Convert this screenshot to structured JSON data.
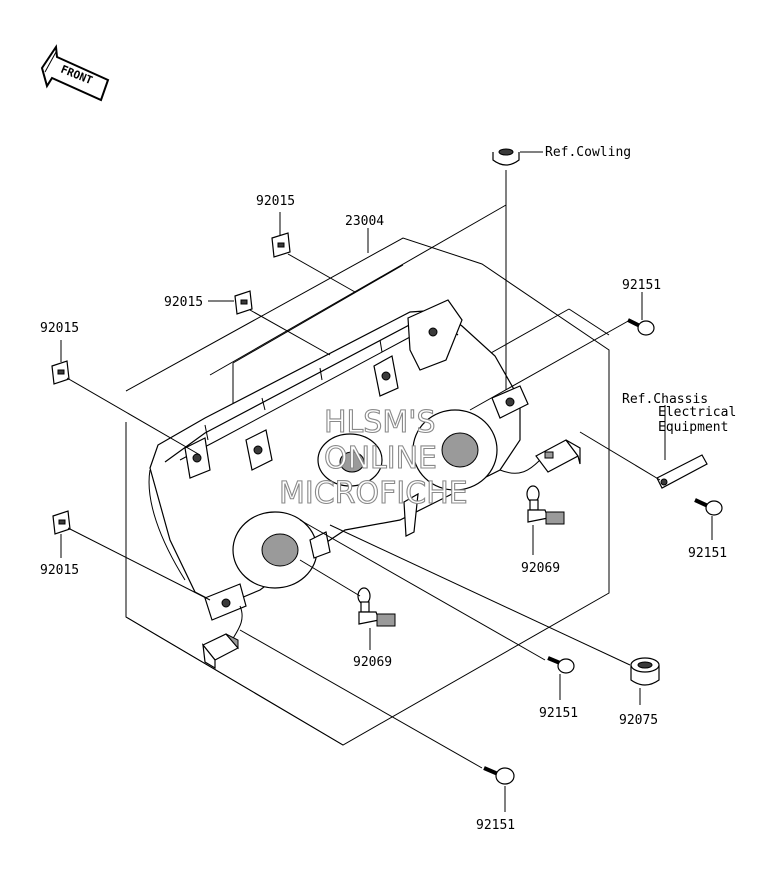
{
  "direction_marker": {
    "text": "FRONT"
  },
  "parts": {
    "housing": "23004",
    "clip_a": "92015",
    "clip_b": "92015",
    "clip_c": "92015",
    "clip_d": "92015",
    "bulb_a": "92069",
    "bulb_b": "92069",
    "bolt_a": "92151",
    "bolt_b": "92151",
    "bolt_c": "92151",
    "bolt_d": "92151",
    "grommet": "92075"
  },
  "references": {
    "cowling": "Ref.Cowling",
    "chassis_line1": "Ref.Chassis",
    "chassis_line2": "Electrical",
    "chassis_line3": "Equipment"
  },
  "watermark": {
    "line1": "HLSM'S",
    "line2": "ONLINE",
    "line3": "MICROFICHE"
  }
}
